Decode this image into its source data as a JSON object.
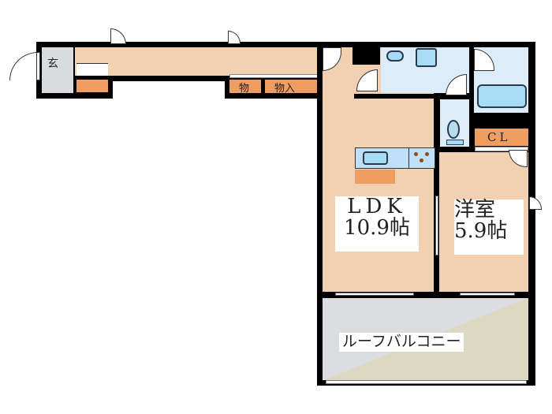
{
  "floorplan": {
    "rooms": {
      "genkan": {
        "label": "玄"
      },
      "storage1": {
        "label": "物"
      },
      "storage2": {
        "label": "物入"
      },
      "closet": {
        "label": "CL"
      },
      "ldk": {
        "name": "LDK",
        "area": "10.9帖"
      },
      "western": {
        "name": "洋室",
        "area": "5.9帖"
      },
      "balcony": {
        "label": "ルーフバルコニー"
      }
    },
    "colors": {
      "floor": "#f2d0b2",
      "wet_area": "#dcedf9",
      "storage": "#ee9e62",
      "genkan": "#d9dbde",
      "balcony_gray": "#dcdde0",
      "balcony_beige": "#dcd8c2",
      "wall": "#000000"
    }
  }
}
